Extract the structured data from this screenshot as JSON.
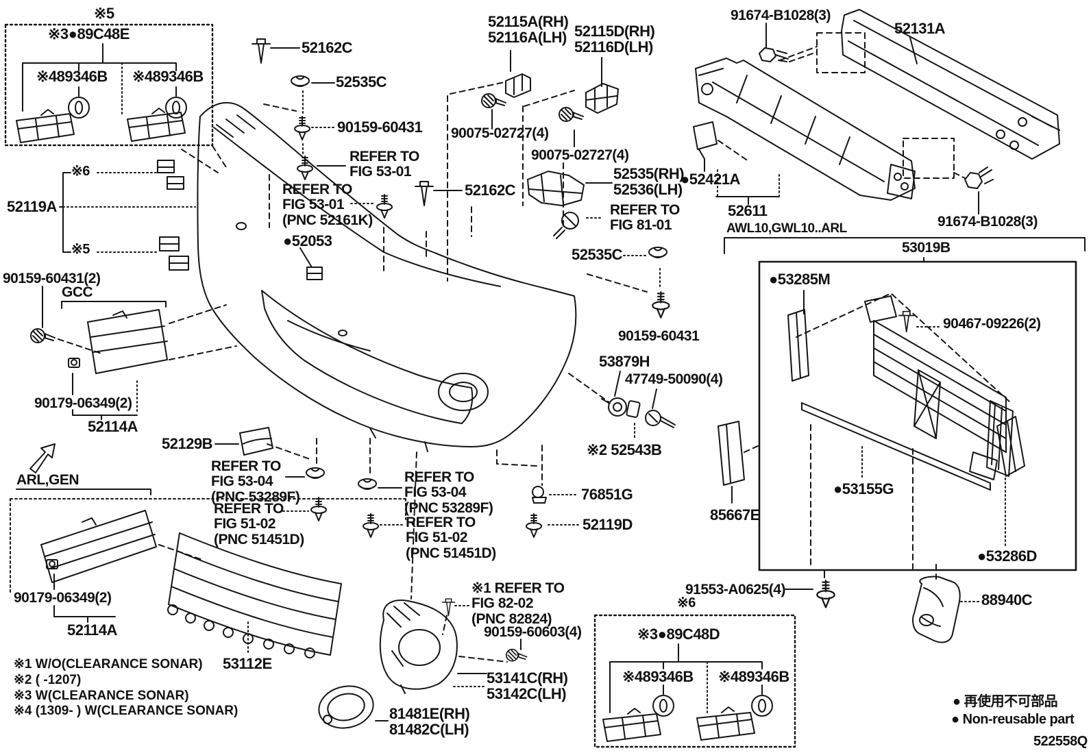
{
  "figure": {
    "code": "522558Q",
    "ink": "#111111",
    "paper": "#ffffff"
  },
  "legend": {
    "ja": "● 再使用不可部品",
    "en": "● Non-reusable part"
  },
  "notes": {
    "n1": "※1 W/O(CLEARANCE SONAR)",
    "n2": "※2 (      -1207)",
    "n3": "※3 W(CLEARANCE SONAR)",
    "n4": "※4 (1309-        ) W(CLEARANCE SONAR)"
  },
  "labels": {
    "flag_box_top": "※5",
    "sensor_89c48e": "※3●89C48E",
    "retainer_89346b_tl": "※489346B",
    "retainer_89346b_tr": "※489346B",
    "clip_52162c_top": "52162C",
    "clip_52535c_top": "52535C",
    "screw_90159_60431_top": "90159-60431",
    "refer_fig5301": "REFER TO\nFIG 53-01",
    "refer_fig5301_pnc": "REFER TO\nFIG 53-01\n(PNC 52161K)",
    "support_52115a": "52115A(RH)\n52116A(LH)",
    "support_52115d": "52115D(RH)\n52116D(LH)",
    "bolt_90075_a": "90075-02727(4)",
    "bolt_90075_b": "90075-02727(4)",
    "bolt_91674_top": "91674-B1028(3)",
    "bolt_91674_right": "91674-B1028(3)",
    "reinforcement_52131a": "52131A",
    "support_52535_rh_lh": "52535(RH)\n52536(LH)",
    "bracket_52421a": "●52421A",
    "absorber_52611": "52611",
    "refer_fig8101": "REFER TO\nFIG 81-01",
    "model_awl10": "AWL10,GWL10..ARL",
    "shutter_53019b": "53019B",
    "clip_52162c_mid": "52162C",
    "pad_52053": "●52053",
    "clip_52535c_mid": "52535C",
    "cover_52119a": "52119A",
    "flag6_left": "※6",
    "flag5_left": "※5",
    "screw_90159_60431_left": "90159-60431(2)",
    "region_gcc": "GCC",
    "deflector_53285m": "●53285M",
    "clip_90467": "90467-09226(2)",
    "seal_53155g": "●53155G",
    "deflector_85667e": "85667E",
    "deflector_53286d": "●53286D",
    "screw_90159_60431_mid": "90159-60431",
    "sensor_53879h": "53879H",
    "bolt_47749": "47749-50090(4)",
    "retainer_52543b": "※2 52543B",
    "nut_90179_top": "90179-06349(2)",
    "plate_52114a_top": "52114A",
    "guard_52129b": "52129B",
    "refer_fig5304_left": "REFER TO\nFIG 53-04\n(PNC 53289F)",
    "refer_fig5102_left": "REFER TO\nFIG 51-02\n(PNC 51451D)",
    "refer_fig5304_right": "REFER TO\nFIG 53-04\n(PNC 53289F)",
    "refer_fig5102_right": "REFER TO\nFIG 51-02\n(PNC 51451D)",
    "clip_76851g": "76851G",
    "screw_52119d": "52119D",
    "region_arl_gen": "ARL,GEN",
    "bolt_91553": "91553-A0625(4)",
    "flag6_bottom": "※6",
    "bracket_88940c": "88940C",
    "nut_90179_bottom": "90179-06349(2)",
    "plate_52114a_bottom": "52114A",
    "grille_53112e": "53112E",
    "refer_fig8202": "※1 REFER TO\nFIG 82-02\n(PNC 82824)",
    "screw_90159_60603": "90159-60603(4)",
    "bezel_53141c": "53141C(RH)\n53142C(LH)",
    "cover_81481e": "81481E(RH)\n81482C(LH)"
  },
  "sensor_box_bottom": {
    "sensor_89c48d": "※3●89C48D",
    "retainer_89346b_bl": "※489346B",
    "retainer_89346b_br": "※489346B"
  }
}
